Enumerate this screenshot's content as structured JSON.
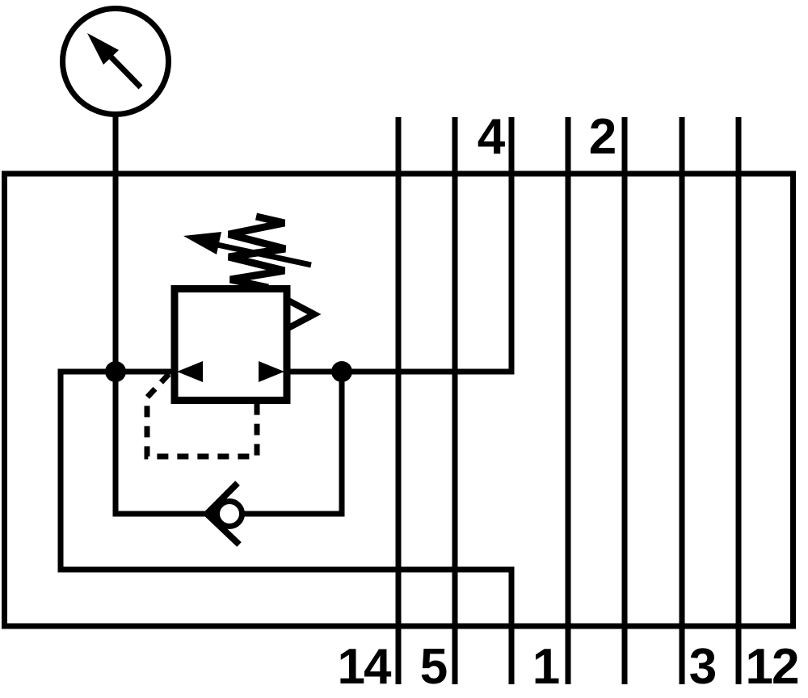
{
  "schematic": {
    "kind": "pneumatic circuit diagram (pressure regulator plate with gauge and check valve)",
    "colors": {
      "line": "#000000",
      "background": "#ffffff"
    },
    "top_labels": [
      {
        "label": "4"
      },
      {
        "label": "2"
      }
    ],
    "bottom_labels": [
      {
        "label": "14"
      },
      {
        "label": "5"
      },
      {
        "label": "1"
      },
      {
        "label": "3"
      },
      {
        "label": "12"
      }
    ],
    "symbols": [
      {
        "name": "pressure-gauge"
      },
      {
        "name": "adjustable-pressure-regulator-with-relief"
      },
      {
        "name": "spring"
      },
      {
        "name": "check-valve"
      },
      {
        "name": "pilot-line"
      }
    ]
  }
}
